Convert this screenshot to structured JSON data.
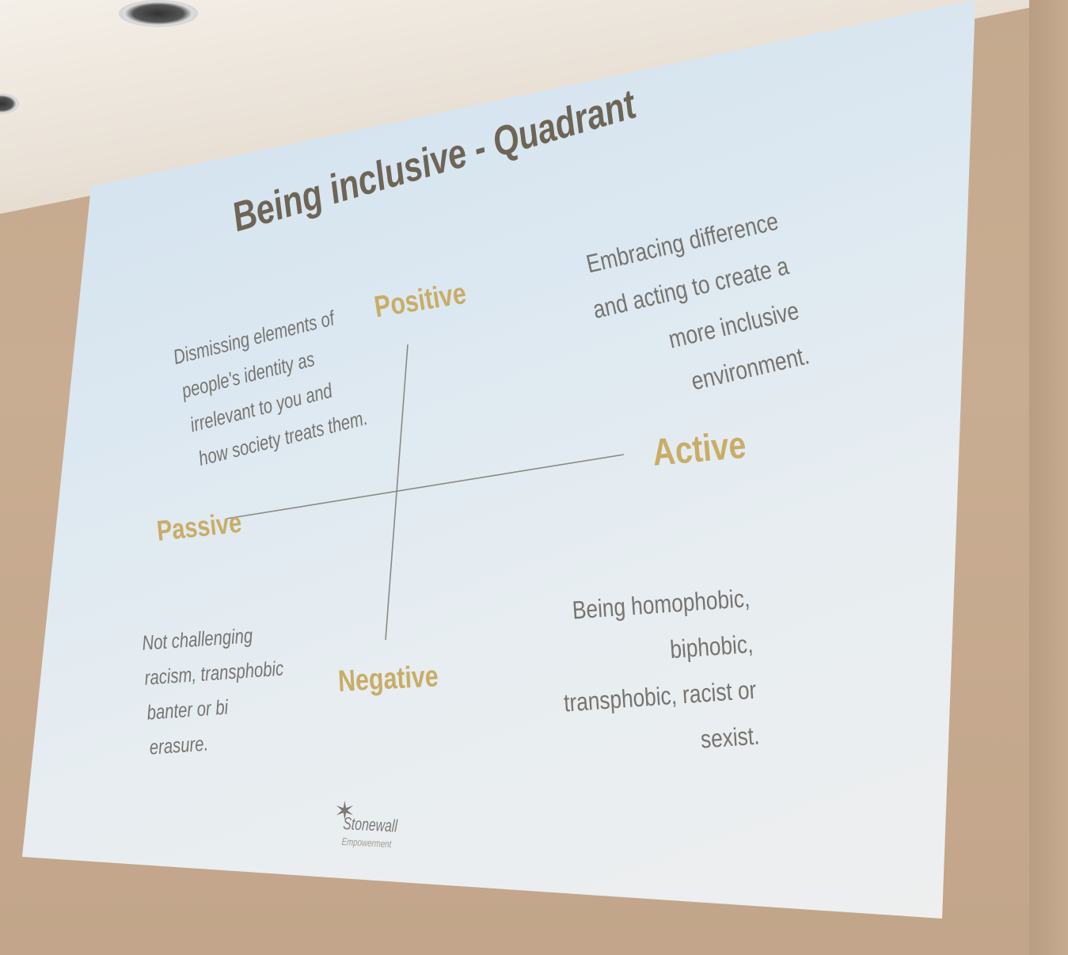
{
  "slide": {
    "title": "Being inclusive - Quadrant",
    "axes": {
      "positive": "Positive",
      "active": "Active",
      "passive": "Passive",
      "negative": "Negative"
    },
    "quadrants": {
      "top_right": [
        "Embracing difference",
        "and acting to create a",
        "more inclusive",
        "environment."
      ],
      "top_left": [
        "Dismissing elements of",
        "people's identity as",
        "irrelevant to you and",
        "how society treats them."
      ],
      "bottom_left": [
        "Not challenging",
        "racism, transphobic",
        "banter or bi",
        "erasure."
      ],
      "bottom_right": [
        "Being homophobic,",
        "biphobic,",
        "transphobic, racist or",
        "sexist."
      ]
    },
    "logo": {
      "name": "Stonewall",
      "tagline": "Empowerment",
      "icon": "star-icon"
    }
  }
}
